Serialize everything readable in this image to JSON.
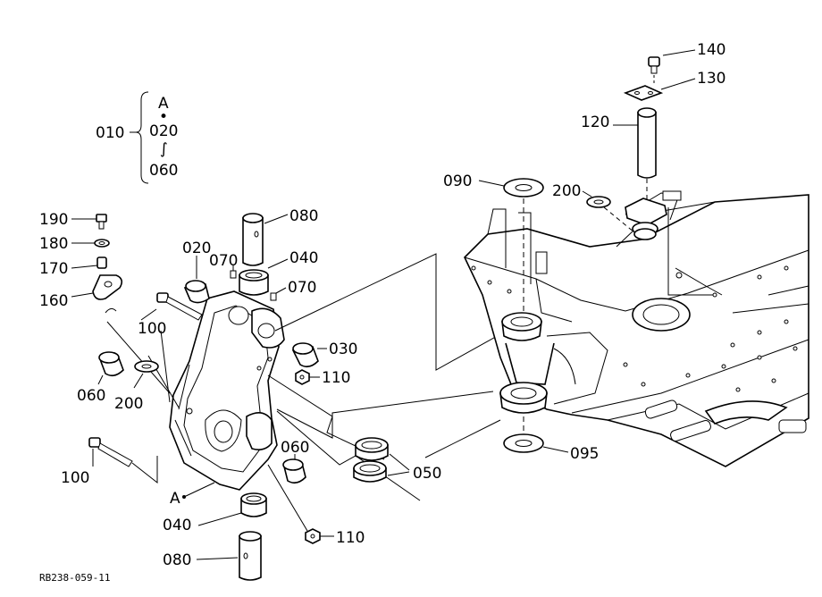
{
  "diagram": {
    "drawing_code": "RB238-059-11",
    "range_group": {
      "parent": "010",
      "start": "A",
      "sep1": "•",
      "from": "020",
      "sep2": "∫",
      "to": "060"
    },
    "labels": {
      "p010": "010",
      "p020": "020",
      "p030": "030",
      "p040_top": "040",
      "p040_bottom": "040",
      "p050": "050",
      "p060_left": "060",
      "p060_right": "060",
      "p070_a": "070",
      "p070_b": "070",
      "p080_top": "080",
      "p080_bottom": "080",
      "p090": "090",
      "p095": "095",
      "p100_a": "100",
      "p100_b": "100",
      "p110_a": "110",
      "p110_b": "110",
      "p120": "120",
      "p130": "130",
      "p140": "140",
      "p160": "160",
      "p170": "170",
      "p180": "180",
      "p190": "190",
      "p200_left": "200",
      "p200_right": "200",
      "pointA": "A"
    }
  }
}
